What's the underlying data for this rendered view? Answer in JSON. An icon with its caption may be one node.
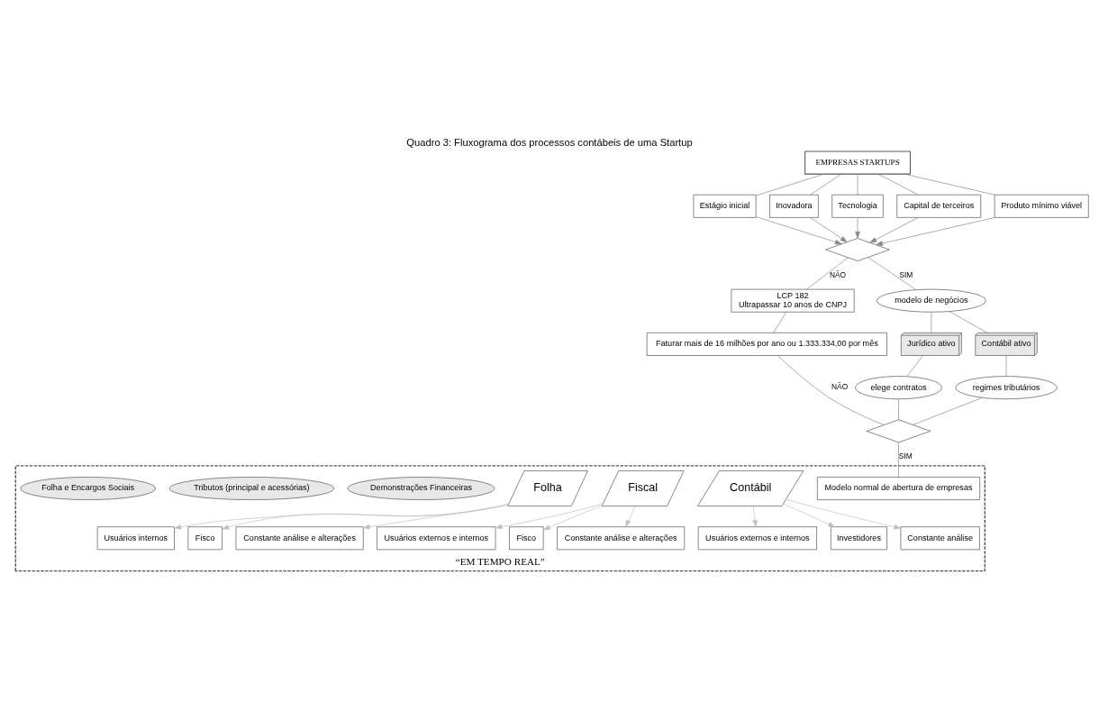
{
  "diagram": {
    "title": "Quadro 3: Fluxograma dos processos contábeis de uma Startup",
    "nodes": [
      {
        "text": [
          "EMPRESAS STARTUPS"
        ]
      },
      {
        "text": [
          "Estágio inicial"
        ]
      },
      {
        "text": [
          "Inovadora"
        ]
      },
      {
        "text": [
          "Tecnologia"
        ]
      },
      {
        "text": [
          "Capital de terceiros"
        ]
      },
      {
        "text": [
          "Produto mínimo viável"
        ]
      },
      {
        "text": [],
        "shape": "diamond"
      },
      {
        "text": [
          "LCP 182",
          "Ultrapassar 10 anos de CNPJ"
        ]
      },
      {
        "text": [
          "Faturar mais de 16 milhões por ano ou 1.333.334,00 por mês"
        ]
      },
      {
        "text": [
          "modelo de negócios"
        ]
      },
      {
        "text": [
          "Jurídico ativo"
        ]
      },
      {
        "text": [
          "Contábil ativo"
        ]
      },
      {
        "text": [
          "elege contratos"
        ]
      },
      {
        "text": [
          "regimes tributários"
        ]
      },
      {
        "text": [],
        "shape": "diamond"
      },
      {
        "text": [
          "“EM TEMPO REAL”"
        ]
      },
      {
        "text": [
          "Modelo normal de abertura de empresas"
        ],
        "in": 15
      },
      {
        "text": [
          "Contábil"
        ],
        "in": 15
      },
      {
        "text": [
          "Usuários externos e internos"
        ],
        "in": 15
      },
      {
        "text": [
          "Investidores"
        ],
        "in": 15
      },
      {
        "text": [
          "Constante análise"
        ],
        "in": 15
      },
      {
        "text": [
          "Fiscal"
        ],
        "in": 15
      },
      {
        "text": [
          "Usuários externos e internos"
        ],
        "in": 15
      },
      {
        "text": [
          "Fisco"
        ],
        "in": 15
      },
      {
        "text": [
          "Constante análise e alterações"
        ],
        "in": 15
      },
      {
        "text": [
          "Folha"
        ],
        "in": 15
      },
      {
        "text": [
          "Usuários internos"
        ],
        "in": 15
      },
      {
        "text": [
          "Fisco"
        ],
        "in": 15
      },
      {
        "text": [
          "Constante análise e alterações"
        ],
        "in": 15
      },
      {
        "text": [
          "Demonstrações Financeiras"
        ],
        "in": 15
      },
      {
        "text": [
          "Tributos (principal e acessórias)"
        ],
        "in": 15
      },
      {
        "text": [
          "Folha e Encargos Sociais"
        ],
        "in": 15
      }
    ],
    "edges": [
      {
        "from": 0,
        "to": 1,
        "arrow": "none"
      },
      {
        "from": 0,
        "to": 2,
        "arrow": "none"
      },
      {
        "from": 0,
        "to": 3,
        "arrow": "none"
      },
      {
        "from": 0,
        "to": 4,
        "arrow": "none"
      },
      {
        "from": 0,
        "to": 5,
        "arrow": "none"
      },
      {
        "from": 1,
        "to": 6,
        "arrow": "to"
      },
      {
        "from": 2,
        "to": 6,
        "arrow": "to"
      },
      {
        "from": 3,
        "to": 6,
        "arrow": "to"
      },
      {
        "from": 4,
        "to": 6,
        "arrow": "to"
      },
      {
        "from": 5,
        "to": 6,
        "arrow": "to"
      },
      {
        "from": 6,
        "to": 7,
        "arrow": "none",
        "label": "NÃO"
      },
      {
        "from": 6,
        "to": 9,
        "arrow": "none",
        "label": "SIM"
      },
      {
        "from": 7,
        "to": 8,
        "arrow": "none"
      },
      {
        "from": 9,
        "to": 10,
        "arrow": "none"
      },
      {
        "from": 9,
        "to": 11,
        "arrow": "none"
      },
      {
        "from": 10,
        "to": 12,
        "arrow": "none"
      },
      {
        "from": 11,
        "to": 13,
        "arrow": "none"
      },
      {
        "from": 12,
        "to": 14,
        "arrow": "none"
      },
      {
        "from": 13,
        "to": 14,
        "arrow": "none"
      },
      {
        "from": 8,
        "to": 14,
        "arrow": "none",
        "label": "NÃO"
      },
      {
        "from": 14,
        "to": 16,
        "arrow": "none",
        "label": "SIM"
      },
      {
        "from": 17,
        "to": 18,
        "arrow": "to",
        "color": "#c0c0c0"
      },
      {
        "from": 17,
        "to": 19,
        "arrow": "to",
        "color": "#c0c0c0"
      },
      {
        "from": 17,
        "to": 20,
        "arrow": "to",
        "color": "#c0c0c0"
      },
      {
        "from": 21,
        "to": 22,
        "arrow": "to",
        "color": "#c0c0c0"
      },
      {
        "from": 21,
        "to": 23,
        "arrow": "to",
        "color": "#c0c0c0"
      },
      {
        "from": 21,
        "to": 24,
        "arrow": "to",
        "color": "#c0c0c0"
      },
      {
        "from": 25,
        "to": 26,
        "arrow": "to",
        "color": "#c0c0c0"
      },
      {
        "from": 25,
        "to": 27,
        "arrow": "to",
        "color": "#c0c0c0"
      },
      {
        "from": 25,
        "to": 28,
        "arrow": "to",
        "color": "#c0c0c0"
      }
    ]
  }
}
